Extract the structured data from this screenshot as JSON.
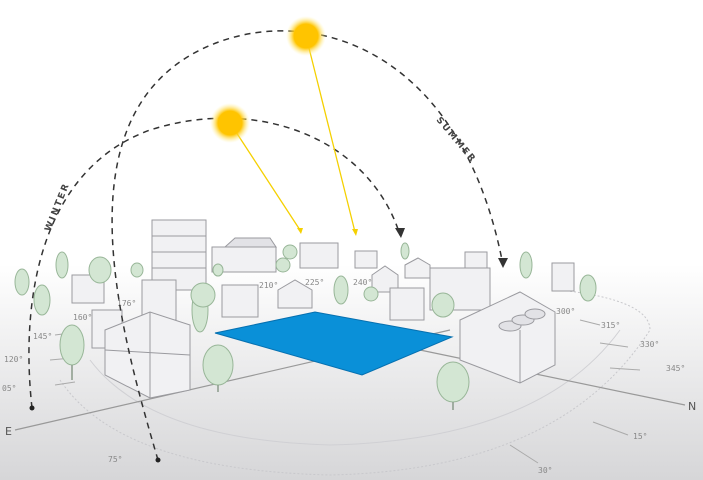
{
  "labels": {
    "east": "E",
    "north": "N",
    "winter": "WINTER",
    "summer": "SUMMER"
  },
  "degrees": {
    "d75": "75°",
    "d105": "05°",
    "d120": "120°",
    "d145": "145°",
    "d160": "160°",
    "d175": "176°",
    "d210": "210°",
    "d225": "225°",
    "d240": "240°",
    "d300": "300°",
    "d315": "315°",
    "d330": "330°",
    "d345": "345°",
    "d15": "15°",
    "d30": "30°"
  },
  "colors": {
    "site": "#0a90d8",
    "sun": "#ffc400",
    "ray": "#f5d000",
    "tree": "#d3e6d3"
  }
}
